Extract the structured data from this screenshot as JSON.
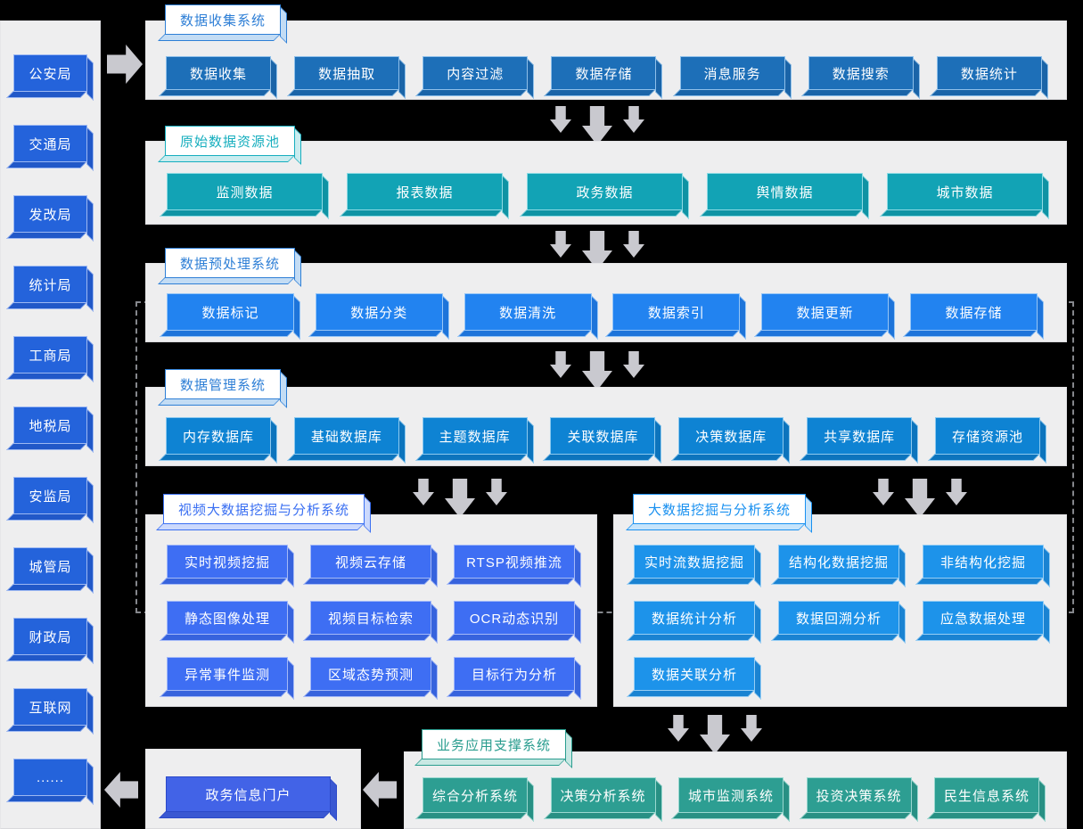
{
  "sidebar": {
    "items": [
      "公安局",
      "交通局",
      "发改局",
      "统计局",
      "工商局",
      "地税局",
      "安监局",
      "城管局",
      "财政局",
      "互联网",
      "......"
    ]
  },
  "sections": {
    "collection": {
      "title": "数据收集系统",
      "boxes": [
        "数据收集",
        "数据抽取",
        "内容过滤",
        "数据存储",
        "消息服务",
        "数据搜索",
        "数据统计"
      ]
    },
    "resource": {
      "title": "原始数据资源池",
      "boxes": [
        "监测数据",
        "报表数据",
        "政务数据",
        "舆情数据",
        "城市数据"
      ]
    },
    "preprocess": {
      "title": "数据预处理系统",
      "boxes": [
        "数据标记",
        "数据分类",
        "数据清洗",
        "数据索引",
        "数据更新",
        "数据存储"
      ]
    },
    "management": {
      "title": "数据管理系统",
      "boxes": [
        "内存数据库",
        "基础数据库",
        "主题数据库",
        "关联数据库",
        "决策数据库",
        "共享数据库",
        "存储资源池"
      ]
    },
    "video": {
      "title": "视频大数据挖掘与分析系统",
      "boxes": [
        "实时视频挖掘",
        "视频云存储",
        "RTSP视频推流",
        "静态图像处理",
        "视频目标检索",
        "OCR动态识别",
        "异常事件监测",
        "区域态势预测",
        "目标行为分析"
      ]
    },
    "mining": {
      "title": "大数据挖掘与分析系统",
      "boxes": [
        "实时流数据挖掘",
        "结构化数据挖掘",
        "非结构化挖掘",
        "数据统计分析",
        "数据回溯分析",
        "应急数据处理",
        "数据关联分析"
      ]
    },
    "business": {
      "title": "业务应用支撑系统",
      "boxes": [
        "综合分析系统",
        "决策分析系统",
        "城市监测系统",
        "投资决策系统",
        "民生信息系统"
      ]
    },
    "portal": {
      "label": "政务信息门户"
    }
  },
  "colors": {
    "background": "#000000",
    "panel": "#eeeeef",
    "arrow": "#c9c9cf",
    "dashed_line": "#85878c",
    "sidebar_box": "#2463db",
    "collection_box": "#1d6fb8",
    "resource_box": "#12a3b5",
    "preprocess_box": "#2283f0",
    "management_box": "#0e83d3",
    "video_box": "#3e6ef3",
    "mining_box": "#1d93ea",
    "business_box": "#2d9e92",
    "portal_box": "#4263e7",
    "title_blue": "#2e7fd6",
    "title_teal": "#16aebe",
    "title_indigo": "#3a6ff2",
    "title_azure": "#1890f0",
    "title_green": "#2a9d8f"
  }
}
